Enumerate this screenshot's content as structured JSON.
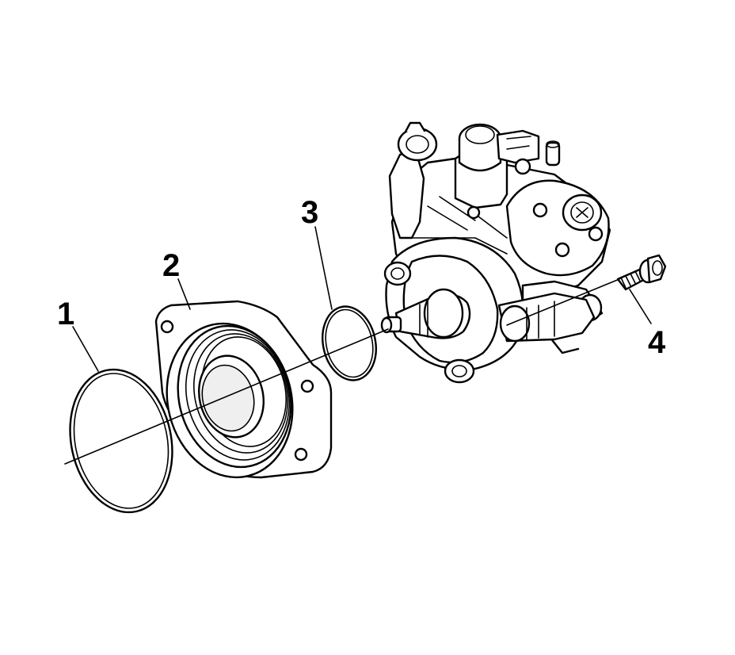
{
  "diagram": {
    "callouts": [
      {
        "id": "1",
        "text": "1",
        "part": "o-ring-seal-large"
      },
      {
        "id": "2",
        "text": "2",
        "part": "pump-adapter-housing"
      },
      {
        "id": "3",
        "text": "3",
        "part": "o-ring-seal-small"
      },
      {
        "id": "4",
        "text": "4",
        "part": "mounting-bolt"
      }
    ],
    "colors": {
      "line": "#000000",
      "background": "#ffffff",
      "shade": "#efefef"
    }
  }
}
